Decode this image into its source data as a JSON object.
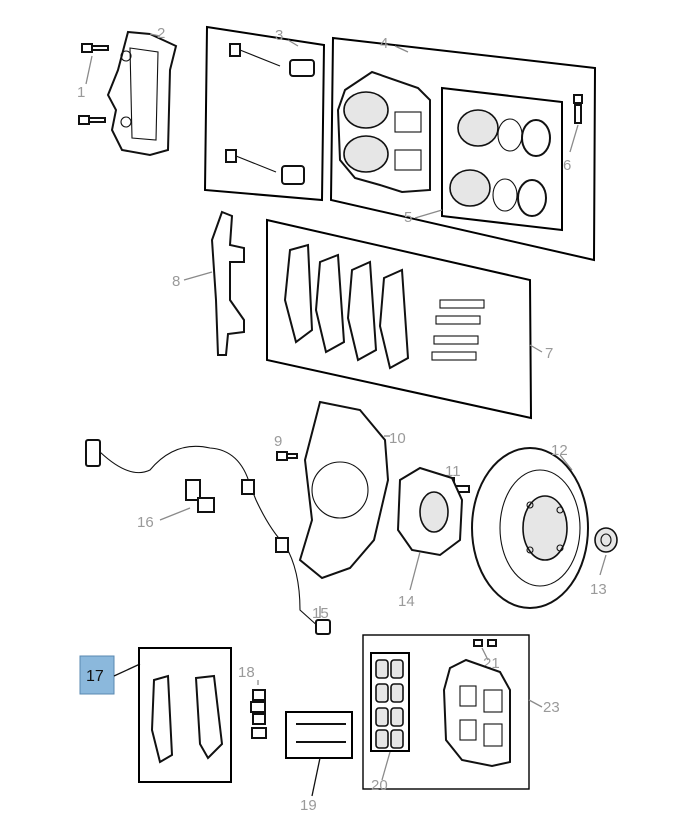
{
  "callouts": {
    "c1": "1",
    "c2": "2",
    "c3": "3",
    "c4": "4",
    "c5": "5",
    "c6": "6",
    "c7": "7",
    "c8": "8",
    "c9": "9",
    "c10": "10",
    "c11": "11",
    "c12": "12",
    "c13": "13",
    "c14": "14",
    "c15": "15",
    "c16": "16",
    "c17": "17",
    "c18": "18",
    "c19": "19",
    "c20": "20",
    "c21": "21",
    "c23": "23"
  },
  "highlight": {
    "callout": "17",
    "color": "#8bb8dc"
  }
}
